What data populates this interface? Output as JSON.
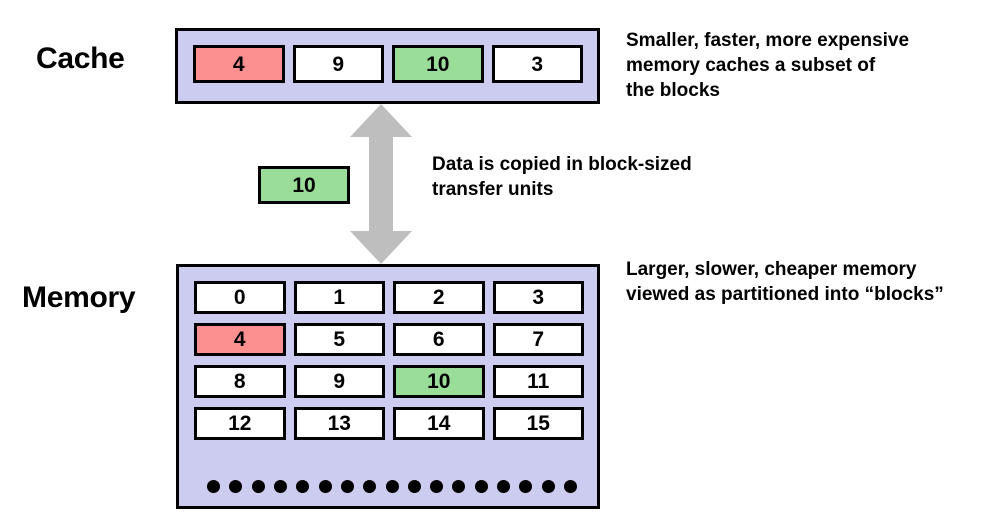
{
  "diagram": {
    "title_labels": {
      "cache": "Cache",
      "memory": "Memory"
    },
    "colors": {
      "bank_background": "#CCCCF0",
      "cell_background": "#FFFFFF",
      "highlight_red": "#FC9090",
      "highlight_green": "#99DD99",
      "arrow_gray": "#BEBEBE",
      "outline": "#000000",
      "text": "#000000"
    },
    "cache": {
      "label": "Cache",
      "cells": [
        {
          "value": "4",
          "state": "red"
        },
        {
          "value": "9",
          "state": "plain"
        },
        {
          "value": "10",
          "state": "green"
        },
        {
          "value": "3",
          "state": "plain"
        }
      ],
      "note": "Smaller, faster, more expensive\nmemory caches a  subset of\nthe blocks"
    },
    "transfer": {
      "block": {
        "value": "10",
        "state": "green"
      },
      "arrow_icon": "double-headed-vertical-arrow",
      "note": "Data is copied in block-sized\ntransfer units"
    },
    "memory": {
      "label": "Memory",
      "columns": 4,
      "cells": [
        {
          "value": "0",
          "state": "plain"
        },
        {
          "value": "1",
          "state": "plain"
        },
        {
          "value": "2",
          "state": "plain"
        },
        {
          "value": "3",
          "state": "plain"
        },
        {
          "value": "4",
          "state": "red"
        },
        {
          "value": "5",
          "state": "plain"
        },
        {
          "value": "6",
          "state": "plain"
        },
        {
          "value": "7",
          "state": "plain"
        },
        {
          "value": "8",
          "state": "plain"
        },
        {
          "value": "9",
          "state": "plain"
        },
        {
          "value": "10",
          "state": "green"
        },
        {
          "value": "11",
          "state": "plain"
        },
        {
          "value": "12",
          "state": "plain"
        },
        {
          "value": "13",
          "state": "plain"
        },
        {
          "value": "14",
          "state": "plain"
        },
        {
          "value": "15",
          "state": "plain"
        }
      ],
      "continuation_dots": 17,
      "note": "Larger, slower, cheaper memory\nviewed as partitioned into “blocks”"
    }
  }
}
